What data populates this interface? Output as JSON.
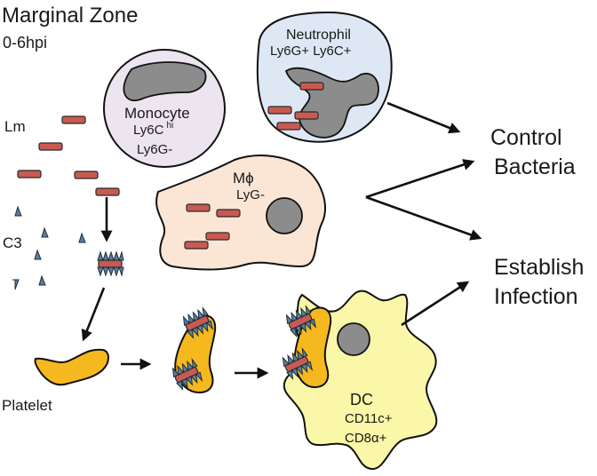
{
  "title": "Marginal Zone",
  "time": "0-6hpi",
  "labels": {
    "lm": "Lm",
    "c3": "C3",
    "platelet": "Platelet",
    "monocyte": "Monocyte",
    "monocyte_marker_1": "Ly6C",
    "monocyte_marker_1_sup": "hi",
    "monocyte_marker_2": "Ly6G-",
    "neutrophil": "Neutrophil",
    "neutrophil_markers": "Ly6G+ Ly6C+",
    "macrophage": "Mϕ",
    "macrophage_marker": "LyG-",
    "dc": "DC",
    "dc_marker_1": "CD11c+",
    "dc_marker_2": "CD8α+"
  },
  "outcomes": {
    "control_line1": "Control",
    "control_line2": "Bacteria",
    "establish_line1": "Establish",
    "establish_line2": "Infection"
  },
  "colors": {
    "bacterium": "#c85a52",
    "complement": "#5b7e9c",
    "monocyte_fill": "#ece4ef",
    "neutrophil_fill": "#dde8f4",
    "macrophage_fill": "#fbe6d6",
    "dc_fill": "#fbf7a8",
    "platelet_fill": "#f5b81e",
    "nucleus_fill": "#8c8c8c"
  }
}
